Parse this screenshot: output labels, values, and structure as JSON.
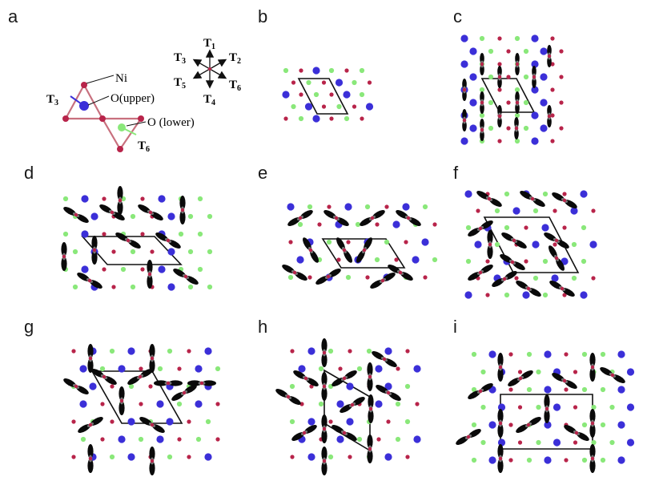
{
  "figure": {
    "panels": [
      {
        "id": "a",
        "letter": "a"
      },
      {
        "id": "b",
        "letter": "b"
      },
      {
        "id": "c",
        "letter": "c"
      },
      {
        "id": "d",
        "letter": "d"
      },
      {
        "id": "e",
        "letter": "e"
      },
      {
        "id": "f",
        "letter": "f"
      },
      {
        "id": "g",
        "letter": "g"
      },
      {
        "id": "h",
        "letter": "h"
      },
      {
        "id": "i",
        "letter": "i"
      }
    ],
    "legend": {
      "ni": "Ni",
      "o_upper": "O(upper)",
      "o_lower": "O (lower)",
      "t3_left": "T",
      "t3_left_sub": "3",
      "t6_lower": "T",
      "t6_lower_sub": "6"
    },
    "directions": [
      {
        "label": "T",
        "sub": "1"
      },
      {
        "label": "T",
        "sub": "2"
      },
      {
        "label": "T",
        "sub": "3"
      },
      {
        "label": "T",
        "sub": "4"
      },
      {
        "label": "T",
        "sub": "5"
      },
      {
        "label": "T",
        "sub": "6"
      }
    ],
    "colors": {
      "ni_atom": "#b8244a",
      "o_upper_atom": "#3b2fd8",
      "o_lower_atom": "#8ae87a",
      "orbital_dark": "#0a0a0a",
      "orbital_grey": "#777777",
      "triangle": "#c8707e",
      "cell_line": "#111111"
    }
  }
}
